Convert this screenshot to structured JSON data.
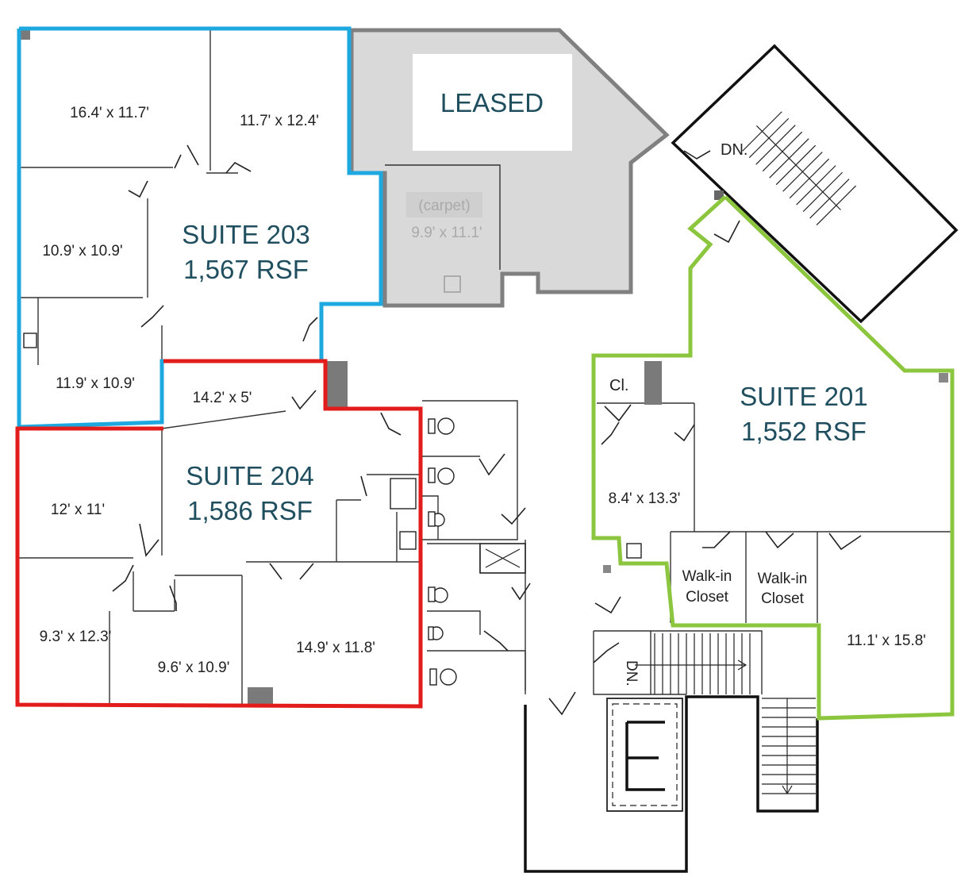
{
  "suites": {
    "s203": {
      "name": "SUITE 203",
      "area": "1,567 RSF",
      "color": "#1ea8e0"
    },
    "s204": {
      "name": "SUITE 204",
      "area": "1,586 RSF",
      "color": "#e21b1b"
    },
    "s201": {
      "name": "SUITE 201",
      "area": "1,552 RSF",
      "color": "#8cc63f"
    },
    "leased": {
      "label": "LEASED",
      "fill": "#d9d9d9",
      "border": "#808080"
    }
  },
  "rooms": {
    "r1": "16.4' x 11.7'",
    "r2": "11.7' x 12.4'",
    "r3": "10.9' x 10.9'",
    "r4": "11.9' x 10.9'",
    "r5": "14.2' x 5'",
    "r6": "12' x 11'",
    "r7": "9.3' x 12.3'",
    "r8": "9.6' x 10.9'",
    "r9": "14.9' x 11.8'",
    "r10": "8.4' x 13.3'",
    "r11": "11.1' x 15.8'",
    "leased_room": "9.9' x 11.1'",
    "leased_carpet": "(carpet)"
  },
  "labels": {
    "closet_short": "Cl.",
    "walkin_1a": "Walk-in",
    "walkin_1b": "Closet",
    "walkin_2a": "Walk-in",
    "walkin_2b": "Closet",
    "stair_dn_top": "DN.",
    "stair_dn_mid": "DN."
  }
}
